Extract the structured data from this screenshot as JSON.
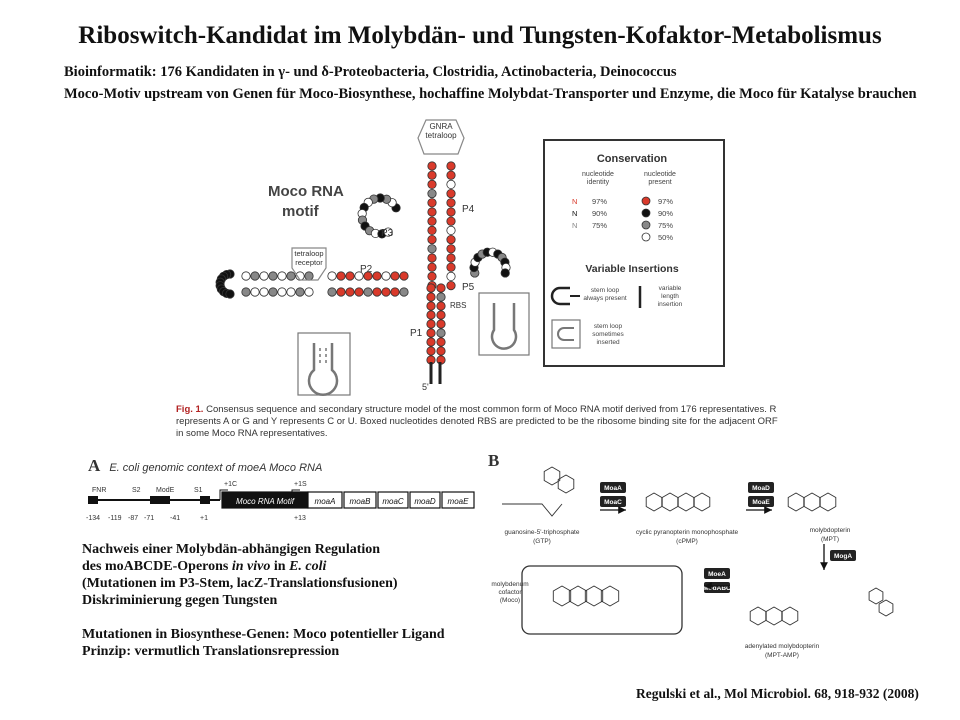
{
  "title": "Riboswitch-Kandidat im Molybdän- und Tungsten-Kofaktor-Metabolismus",
  "bioinfo_line": "Bioinformatik: 176 Kandidaten in γ- und δ-Proteobacteria, Clostridia, Actinobacteria, Deinococcus",
  "moco_line": "Moco-Motiv upstream von Genen für Moco-Biosynthese, hochaffine Molybdat-Transporter und Enzyme, die Moco für Katalyse brauchen",
  "figure": {
    "motif_title_1": "Moco RNA",
    "motif_title_2": "motif",
    "gnra_1": "GNRA",
    "gnra_2": "tetraloop",
    "receptor_1": "tetraloop",
    "receptor_2": "receptor",
    "labels": {
      "p1": "P1",
      "p2": "P2",
      "p3": "P3",
      "p4": "P4",
      "p5": "P5",
      "rbs": "RBS",
      "five_prime": "5'"
    },
    "conservation": {
      "title": "Conservation",
      "col1_1": "nucleotide",
      "col1_2": "identity",
      "col2_1": "nucleotide",
      "col2_2": "present",
      "rows": [
        {
          "n": "N",
          "pct_id": "97%",
          "pct_present": "97%",
          "color": "#d93a2b"
        },
        {
          "n": "N",
          "pct_id": "90%",
          "pct_present": "90%",
          "color": "#111111"
        },
        {
          "n": "N",
          "pct_id": "75%",
          "pct_present": "75%",
          "color": "#888888"
        },
        {
          "n": "",
          "pct_id": "",
          "pct_present": "50%",
          "color": "#ffffff"
        }
      ],
      "variable_title": "Variable Insertions",
      "stem_loop_present_1": "stem loop",
      "stem_loop_present_2": "always present",
      "variable_length_1": "variable",
      "variable_length_2": "length",
      "variable_length_3": "insertion",
      "stem_loop_some_1": "stem loop",
      "stem_loop_some_2": "sometimes",
      "stem_loop_some_3": "inserted"
    },
    "caption_label": "Fig. 1.",
    "caption_text": "Consensus sequence and secondary structure model of the most common form of Moco RNA motif derived from 176 representatives. R represents A or G and Y represents C or U. Boxed nucleotides denoted RBS are predicted to be the ribosome binding site for the adjacent ORF in some Moco RNA representatives."
  },
  "panelA": {
    "letter": "A",
    "label": "E. coli genomic context of moeA Moco RNA",
    "genes": [
      "Moco RNA Motif",
      "moaA",
      "moaB",
      "moaC",
      "moaD",
      "moaE"
    ],
    "upstream": [
      "FNR",
      "S2",
      "ModE",
      "S1"
    ],
    "positions": [
      "-134",
      "-119",
      "-87",
      "-71",
      "-41",
      "+1",
      "+13"
    ],
    "top_marks": [
      "+1C",
      "+1S"
    ]
  },
  "panelB": {
    "letter": "B",
    "enzymes1": [
      "MoaA",
      "MoaC"
    ],
    "enzymes2": [
      "MoaD",
      "MoaE"
    ],
    "enzyme3": "MogA",
    "enzymes4": [
      "MoeA",
      "ModABC"
    ],
    "gtp_1": "guanosine-5'-triphosphate",
    "gtp_2": "(GTP)",
    "cpmp_1": "cyclic pyranopterin monophosphate",
    "cpmp_2": "(cPMP)",
    "mpt_1": "molybdopterin",
    "mpt_2": "(MPT)",
    "moco_1": "molybdenum",
    "moco_2": "cofactor",
    "moco_3": "(Moco)",
    "mptamp_1": "adenylated molybdopterin",
    "mptamp_2": "(MPT-AMP)"
  },
  "lower_text": {
    "line1": "Nachweis einer Molybdän-abhängigen Regulation",
    "line2_a": "des moABCDE-Operons ",
    "line2_b": "in vivo",
    "line2_c": " in ",
    "line2_d": "E. coli",
    "line3": "(Mutationen im P3-Stem, lacZ-Translationsfusionen)",
    "line4": "Diskriminierung gegen Tungsten",
    "line5": "Mutationen in Biosynthese-Genen: Moco potentieller Ligand",
    "line6": "Prinzip: vermutlich Translationsrepression"
  },
  "citation": "Regulski et al., Mol Microbiol. 68, 918-932 (2008)"
}
